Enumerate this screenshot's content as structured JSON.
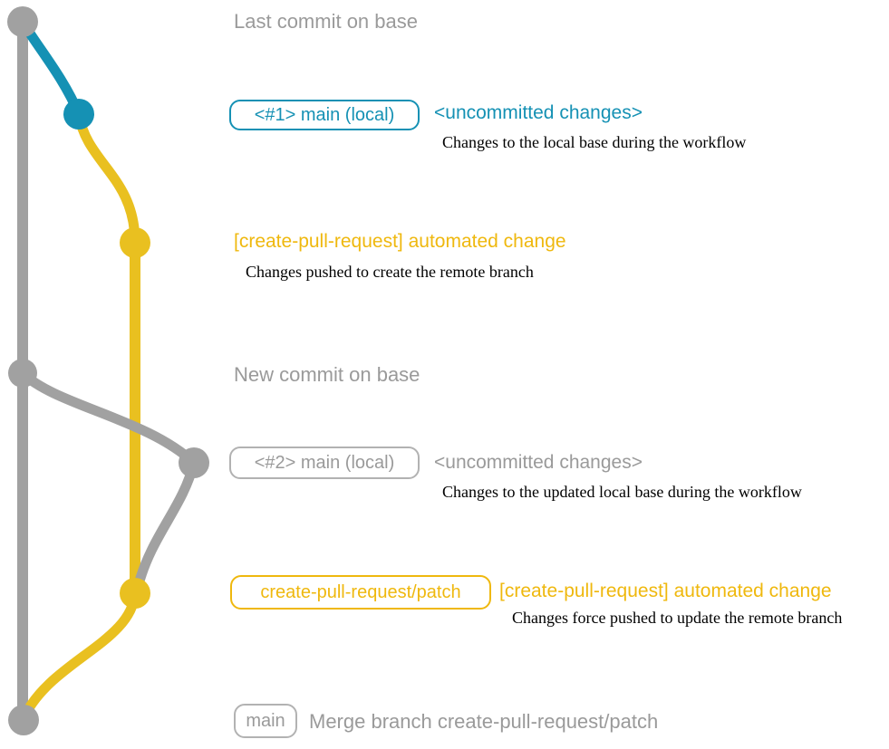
{
  "colors": {
    "gray": "#9a9a9a",
    "graph-gray": "#a1a1a1",
    "blue": "#1591b4",
    "yellow": "#efb80e",
    "graph-yellow": "#e9c020",
    "badge-gray": "#b2b2b2",
    "ink": "#000000"
  },
  "graph": {
    "branches": [
      "base (gray)",
      "local main (blue)",
      "create-pull-request/patch (yellow)"
    ],
    "commit_count": 7
  },
  "annotations": {
    "last_commit_title": "Last commit on base",
    "row1": {
      "badge": "<#1> main (local)",
      "heading": "<uncommitted changes>",
      "description": "Changes to the local base during the workflow"
    },
    "row2": {
      "heading": "[create-pull-request] automated change",
      "description": "Changes pushed to create the remote branch"
    },
    "new_commit_title": "New commit on base",
    "row3": {
      "badge": "<#2> main (local)",
      "heading": "<uncommitted changes>",
      "description": "Changes to the updated local base during the workflow"
    },
    "row4": {
      "badge": "create-pull-request/patch",
      "heading": "[create-pull-request] automated change",
      "description": "Changes force pushed to update the remote branch"
    },
    "row5": {
      "badge": "main",
      "text": "Merge branch create-pull-request/patch"
    }
  }
}
